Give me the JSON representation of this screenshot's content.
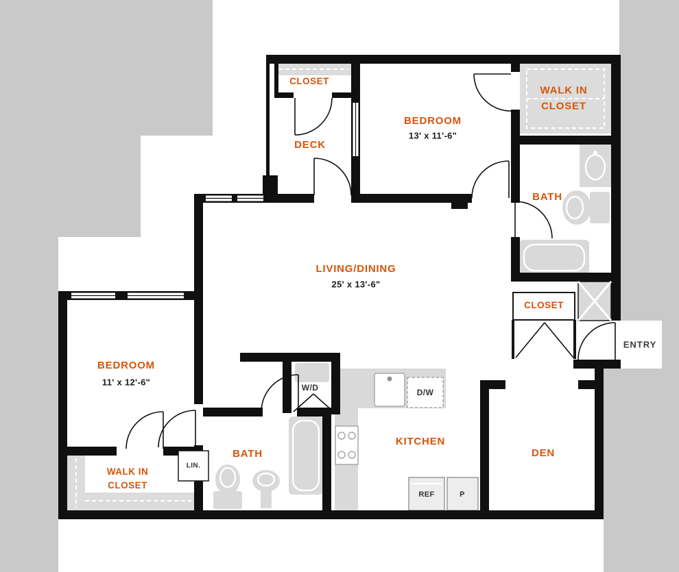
{
  "title": "Apartment floor plan",
  "colors": {
    "exterior_gray": "#c9c9c9",
    "wall_black": "#101010",
    "room_label_orange": "#d85407",
    "dimension_text": "#1b1b1b",
    "utility_text": "#333333",
    "fixture_gray": "#d9d9d9"
  },
  "rooms": {
    "deck_closet": {
      "label": "CLOSET"
    },
    "deck": {
      "label": "DECK"
    },
    "bedroom2": {
      "label": "BEDROOM",
      "dimensions": "13' x 11'-6\""
    },
    "walk_in_closet2": {
      "label": "WALK IN\nCLOSET"
    },
    "bath2": {
      "label": "BATH"
    },
    "living_dining": {
      "label": "LIVING/DINING",
      "dimensions": "25' x 13'-6\""
    },
    "hall_closet": {
      "label": "CLOSET"
    },
    "entry": {
      "label": "ENTRY"
    },
    "bedroom1": {
      "label": "BEDROOM",
      "dimensions": "11' x 12'-6\""
    },
    "walk_in_closet1": {
      "label": "WALK IN\nCLOSET"
    },
    "linen": {
      "label": "LIN."
    },
    "bath1": {
      "label": "BATH"
    },
    "washer_dryer": {
      "label": "W/D"
    },
    "dishwasher": {
      "label": "D/W"
    },
    "kitchen": {
      "label": "KITCHEN"
    },
    "refrigerator": {
      "label": "REF"
    },
    "pantry": {
      "label": "P"
    },
    "den": {
      "label": "DEN"
    }
  },
  "fixture_icons": [
    "bathtub-icon",
    "toilet-icon",
    "vanity-sink-icon",
    "pedestal-sink-icon",
    "kitchen-sink-icon",
    "stove-icon",
    "washer-dryer-icon",
    "refrigerator-box",
    "pantry-box",
    "dishwasher-box",
    "shaft-x-icon",
    "door-swing-arc",
    "window",
    "closet-shelving-hatch"
  ]
}
